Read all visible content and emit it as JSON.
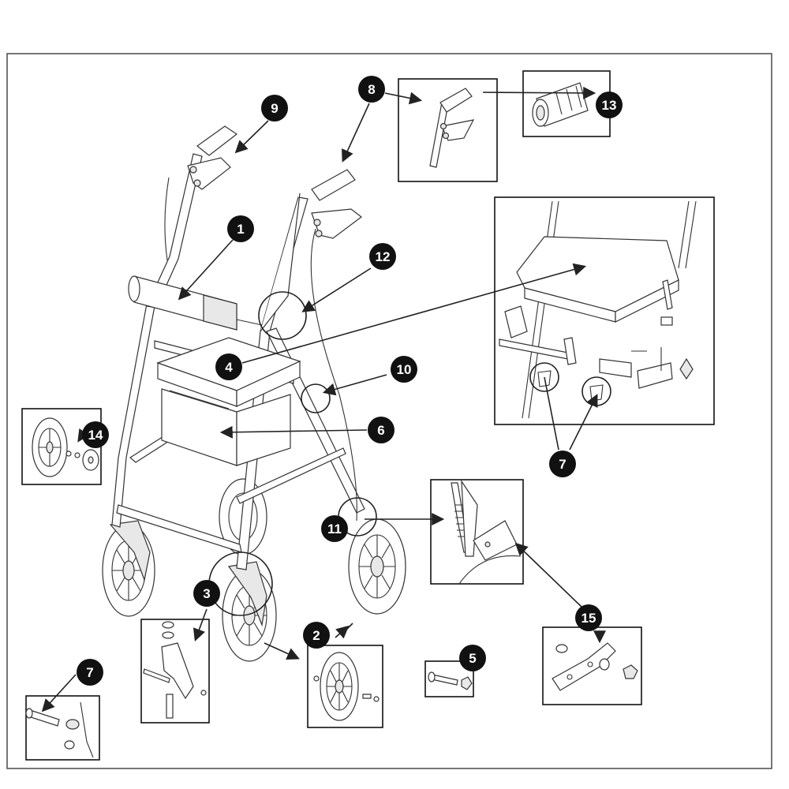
{
  "callouts": [
    {
      "id": "c1",
      "label": "1"
    },
    {
      "id": "c2",
      "label": "2"
    },
    {
      "id": "c3",
      "label": "3"
    },
    {
      "id": "c4",
      "label": "4"
    },
    {
      "id": "c5",
      "label": "5"
    },
    {
      "id": "c6",
      "label": "6"
    },
    {
      "id": "c7a",
      "label": "7"
    },
    {
      "id": "c7b",
      "label": "7"
    },
    {
      "id": "c8",
      "label": "8"
    },
    {
      "id": "c9",
      "label": "9"
    },
    {
      "id": "c10",
      "label": "10"
    },
    {
      "id": "c11",
      "label": "11"
    },
    {
      "id": "c12",
      "label": "12"
    },
    {
      "id": "c13",
      "label": "13"
    },
    {
      "id": "c14",
      "label": "14"
    },
    {
      "id": "c15",
      "label": "15"
    }
  ]
}
